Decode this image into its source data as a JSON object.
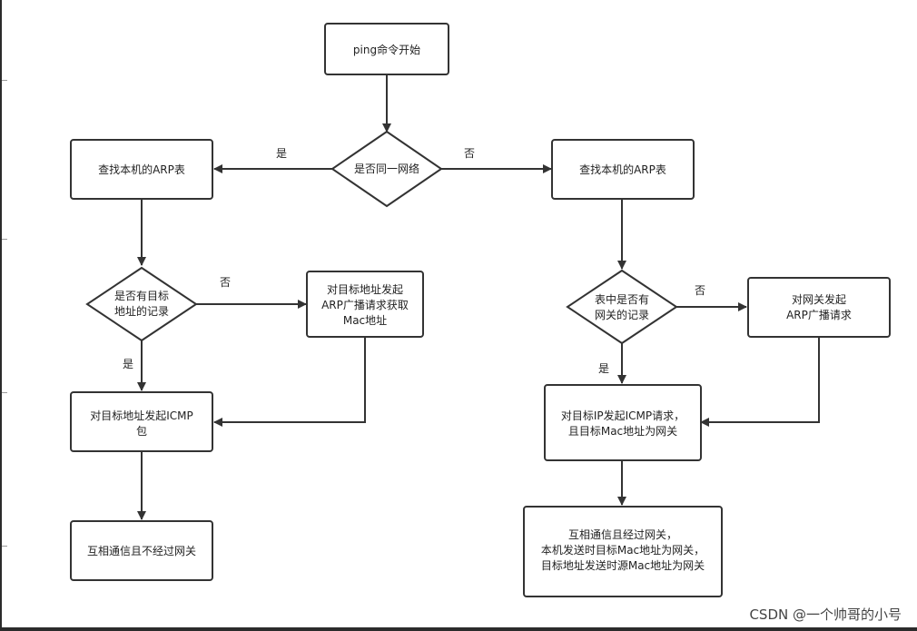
{
  "nodes": {
    "start": [
      "ping命令开始"
    ],
    "same_network": [
      "是否同一网络"
    ],
    "left_lookup_arp": [
      "查找本机的ARP表"
    ],
    "right_lookup_arp": [
      "查找本机的ARP表"
    ],
    "has_target_record": [
      "是否有目标",
      "地址的记录"
    ],
    "arp_broadcast_target": [
      "对目标地址发起",
      "ARP广播请求获取",
      "Mac地址"
    ],
    "send_icmp_target": [
      "对目标地址发起ICMP",
      "包"
    ],
    "communicate_no_gateway": [
      "互相通信且不经过网关"
    ],
    "has_gateway_record": [
      "表中是否有",
      "网关的记录"
    ],
    "arp_broadcast_gateway": [
      "对网关发起",
      "ARP广播请求"
    ],
    "send_icmp_gateway": [
      "对目标IP发起ICMP请求，",
      "且目标Mac地址为网关"
    ],
    "communicate_via_gateway": [
      "互相通信且经过网关，",
      "本机发送时目标Mac地址为网关，",
      "目标地址发送时源Mac地址为网关"
    ]
  },
  "edge_labels": {
    "same_yes": "是",
    "same_no": "否",
    "left_record_no": "否",
    "left_record_yes": "是",
    "right_record_no": "否",
    "right_record_yes": "是"
  },
  "watermark": "CSDN @一个帅哥的小号"
}
